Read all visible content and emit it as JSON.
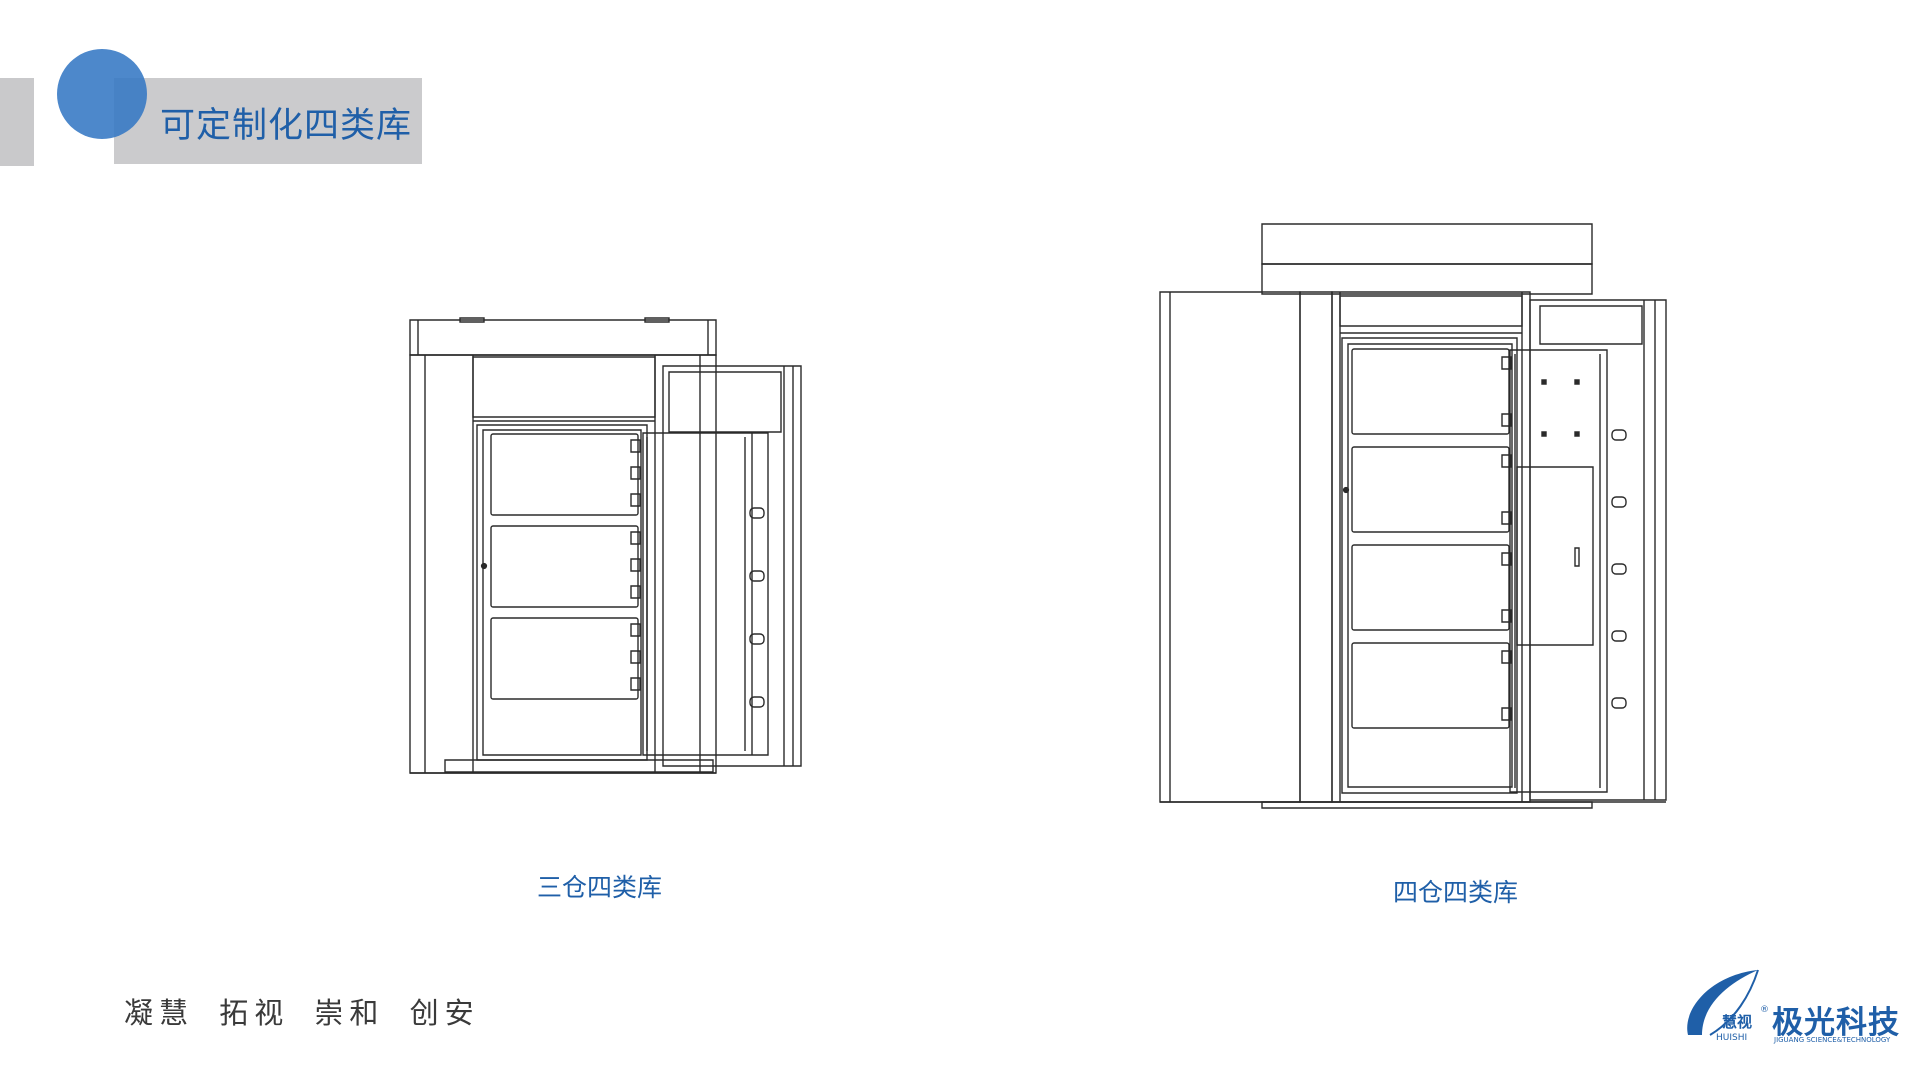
{
  "slide": {
    "title": "可定制化四类库",
    "slogan": "凝慧 拓视 崇和 创安"
  },
  "figures": [
    {
      "caption": "三仓四类库"
    },
    {
      "caption": "四仓四类库"
    }
  ],
  "logo": {
    "mark_text": "慧视",
    "registered": "®",
    "mark_sub": "HUISHI",
    "brand_name": "极光科技",
    "brand_sub": "JIGUANG SCIENCE&TECHNOLOGY"
  },
  "colors": {
    "accent_blue": "#1f5fa8",
    "circle_blue": "#3478c4",
    "header_gray": "#cbcbcd",
    "line": "#2b2b2b"
  }
}
